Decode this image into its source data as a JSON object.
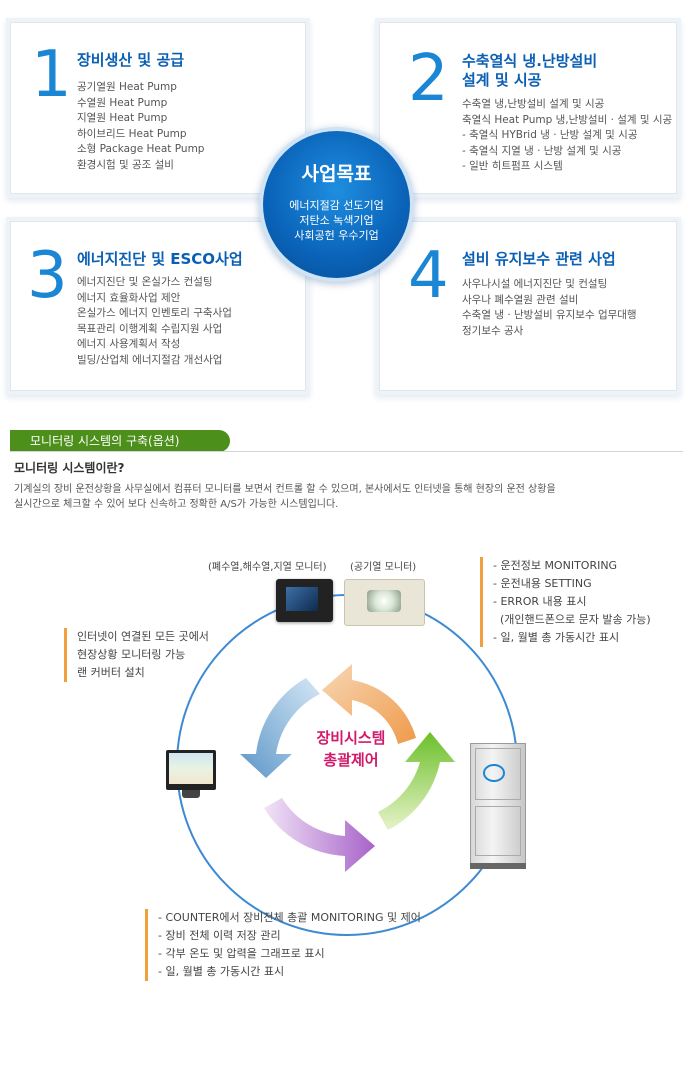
{
  "cards": [
    {
      "num": "1",
      "title": "장비생산 및 공급",
      "items": [
        "공기열원 Heat Pump",
        "수열원 Heat Pump",
        "지열원 Heat Pump",
        "하이브리드 Heat Pump",
        "소형 Package Heat Pump",
        "환경시험 및 공조 설비"
      ]
    },
    {
      "num": "2",
      "title_line1": "수축열식 냉.난방설비",
      "title_line2": "설계 및 시공",
      "items": [
        "수축열 냉,난방설비 설계 및 시공",
        "축열식 Heat Pump 냉,난방설비 · 설계 및 시공",
        "- 축열식 HYBrid 냉 · 난방 설계 및 시공",
        "- 축열식 지열 냉 · 난방 설계 및 시공",
        "- 일반 히트펌프 시스템"
      ]
    },
    {
      "num": "3",
      "title": "에너지진단 및 ESCO사업",
      "items": [
        "에너지진단 및 온실가스 컨설팅",
        "에너지 효율화사업 제안",
        "온실가스 에너지 인벤토리 구축사업",
        "목표관리 이행계획 수립지원 사업",
        "에너지 사용계획서 작성",
        "빌딩/산업체 에너지절감 개선사업"
      ]
    },
    {
      "num": "4",
      "title": "설비 유지보수 관련 사업",
      "items": [
        "사우나시설 에너지진단 및 컨설팅",
        "사우나 폐수열원 관련 설비",
        "수축열 냉 · 난방설비 유지보수 업무대행",
        "정기보수 공사"
      ]
    }
  ],
  "goal": {
    "title": "사업목표",
    "lines": [
      "에너지절감 선도기업",
      "저탄소 녹색기업",
      "사회공헌 우수기업"
    ]
  },
  "monitoring": {
    "section_title": "모니터링 시스템의 구축(옵션)",
    "subtitle": "모니터링 시스템이란?",
    "desc_line1": "기계실의 장비 운전상황을 사무실에서 컴퓨터 모니터를 보면서 컨트롤 할 수 있으며, 본사에서도 인터넷을 통해 현장의 운전 상황을",
    "desc_line2": "실시간으로 체크할 수 있어 보다 신속하고 정확한 A/S가 가능한 시스템입니다.",
    "caption_left": "(폐수열,해수열,지열 모니터)",
    "caption_right": "(공기열 모니터)",
    "right_bullets": [
      "- 운전정보 MONITORING",
      "- 운전내용 SETTING",
      "- ERROR 내용 표시",
      "  (개인핸드폰으로 문자 발송 가능)",
      "- 일, 월별 총 가동시간 표시"
    ],
    "left_bullets": [
      "인터넷이 연결된 모든 곳에서",
      "현장상황 모니터링 가능",
      "랜 커버터 설치"
    ],
    "bottom_bullets": [
      "- COUNTER에서 장비전체 총괄 MONITORING 및 제어",
      "- 장비 전체 이력 저장 관리",
      "- 각부 온도 및 압력을 그래프로 표시",
      "- 일, 월별 총 가동시간 표시"
    ],
    "center_line1": "장비시스템",
    "center_line2": "총괄제어"
  }
}
